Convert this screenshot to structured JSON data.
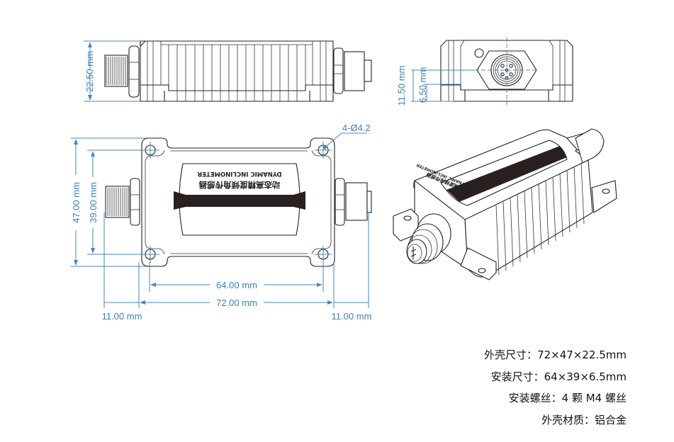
{
  "diagram": {
    "title": "Dynamic Inclinometer dimension drawing",
    "product_label": {
      "cn": "动态高精度倾角传感器",
      "en": "DYNAMIC INCLINOMETER"
    },
    "dimensions": {
      "side_height": "22.50 mm",
      "front_total_height": "11.50 mm",
      "front_flange_height": "6.50 mm",
      "hole_callout": "4-Ø4.2",
      "total_width": "47.00 mm",
      "hole_spacing_width": "39.00 mm",
      "hole_spacing_length": "64.00 mm",
      "total_length": "72.00 mm",
      "left_connector_length": "11.00 mm",
      "right_connector_length": "11.00 mm"
    },
    "views": [
      "side-view",
      "front-view",
      "top-view",
      "isometric-view"
    ]
  },
  "specs": [
    {
      "label": "外壳尺寸：",
      "value": "72×47×22.5mm"
    },
    {
      "label": "安装尺寸：",
      "value": "64×39×6.5mm"
    },
    {
      "label": "安装螺丝：",
      "value": "4 颗 M4 螺丝"
    },
    {
      "label": "外壳材质：",
      "value": "铝合金"
    }
  ],
  "colors": {
    "dimension": "#4a86bf",
    "dimension_text": "#3f7fb8",
    "outline": "#222222"
  }
}
